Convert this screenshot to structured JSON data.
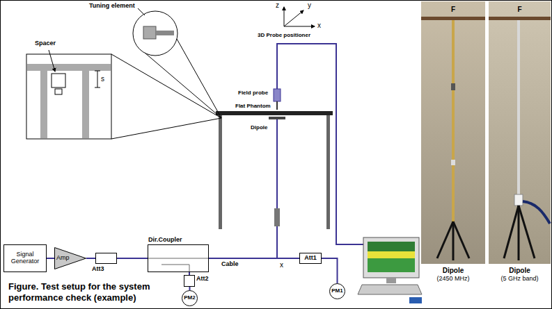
{
  "diagram": {
    "caption": "Figure. Test setup for the system performance check (example)",
    "nodes": [
      {
        "text": [
          "Signal Generator"
        ]
      },
      {
        "text": [
          "Amp"
        ]
      },
      {
        "text": [
          "Att3"
        ]
      },
      {
        "text": [
          "Dir.Coupler"
        ]
      },
      {
        "text": [
          "Att2"
        ]
      },
      {
        "text": [
          "PM2"
        ]
      },
      {
        "text": [
          "Att1"
        ]
      },
      {
        "text": [
          "PM1"
        ]
      }
    ],
    "edges": [
      {
        "from": 0,
        "to": 1,
        "arrow": "none"
      },
      {
        "from": 1,
        "to": 2,
        "arrow": "none"
      },
      {
        "from": 2,
        "to": 3,
        "arrow": "none"
      },
      {
        "from": 3,
        "to": 6,
        "arrow": "none"
      },
      {
        "from": 3,
        "to": 4,
        "arrow": "none"
      },
      {
        "from": 4,
        "to": 5,
        "arrow": "none"
      },
      {
        "from": 6,
        "to": 7,
        "arrow": "none"
      }
    ],
    "labels": [
      "Tuning element",
      "Spacer",
      "s",
      "z",
      "y",
      "x",
      "3D Probe positioner",
      "Field probe",
      "Flat Phantom",
      "Dipole",
      "Cable",
      "x",
      "F",
      "F",
      "Dipole",
      "(2450 MHz)",
      "Dipole",
      "(5 GHz band)"
    ]
  }
}
